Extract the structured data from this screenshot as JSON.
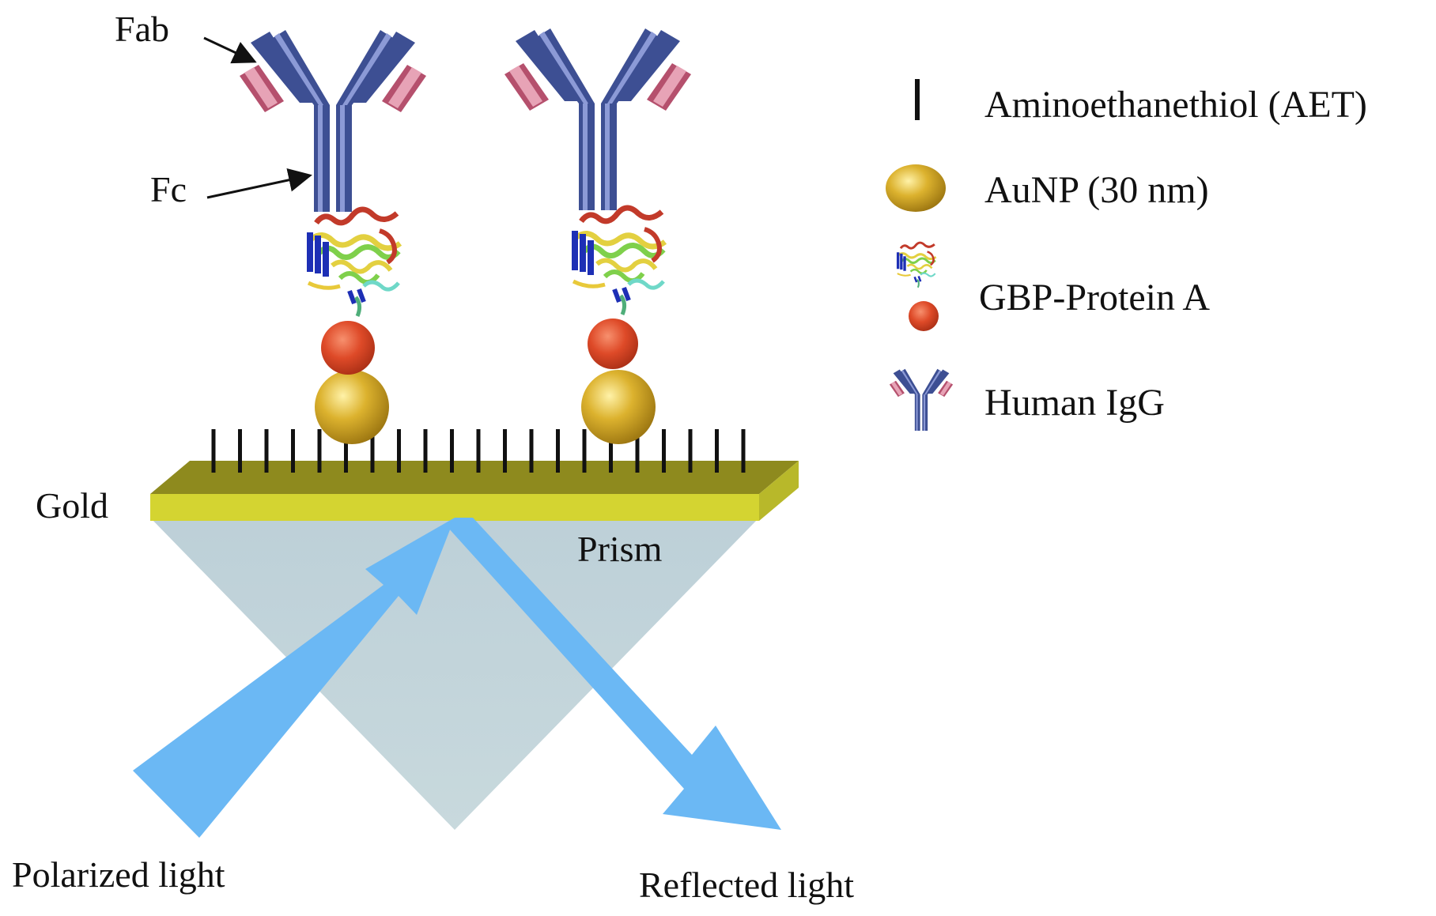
{
  "labels": {
    "fab": "Fab",
    "fc": "Fc",
    "gold": "Gold",
    "prism": "Prism",
    "polarized_light": "Polarized light",
    "reflected_light": "Reflected light"
  },
  "legend": {
    "aet": "Aminoethanethiol (AET)",
    "aunp": "AuNP (30 nm)",
    "gbp": "GBP-Protein A",
    "igg": "Human IgG"
  },
  "colors": {
    "antibody_blue": "#3d4f93",
    "antibody_light": "#8c9ad6",
    "fab_pink": "#b5506d",
    "fab_light": "#e7a3b6",
    "aunp_gold": "#d9ad2a",
    "gbp_red": "#de4a28",
    "gold_layer_top": "#8e8a1e",
    "gold_layer_front": "#d4d431",
    "prism": "#bccfd6",
    "light_arrow": "#6bb8f4"
  }
}
